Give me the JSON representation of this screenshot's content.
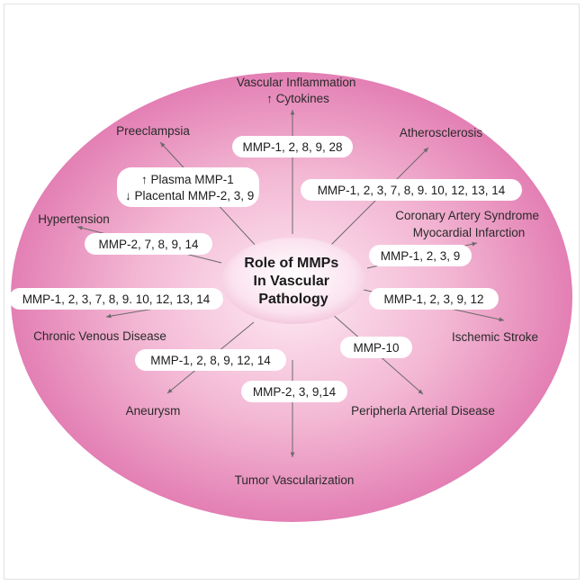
{
  "colors": {
    "ellipse_outer": "#e37fb4",
    "ellipse_mid": "#f3b8d4",
    "ellipse_inner": "#fde9f2",
    "line": "#6a6a6a",
    "text": "#2a2a2a"
  },
  "center": {
    "lines": [
      "Role of MMPs",
      "In Vascular",
      "Pathology"
    ]
  },
  "diseases": {
    "vascular_inflammation": [
      "Vascular Inflammation",
      "↑ Cytokines"
    ],
    "preeclampsia": [
      "Preeclampsia"
    ],
    "atherosclerosis": [
      "Atherosclerosis"
    ],
    "coronary": [
      "Coronary Artery Syndrome",
      "Myocardial Infarction"
    ],
    "hypertension": [
      "Hypertension"
    ],
    "chronic_venous": [
      "Chronic Venous Disease"
    ],
    "ischemic_stroke": [
      "Ischemic Stroke"
    ],
    "aneurysm": [
      "Aneurysm"
    ],
    "peripheral": [
      "Peripherla Arterial Disease"
    ],
    "tumor": [
      "Tumor Vascularization"
    ]
  },
  "mmps": {
    "vascular_inflammation": [
      "MMP-1, 2, 8, 9, 28"
    ],
    "preeclampsia": [
      "↑ Plasma MMP-1",
      "↓ Placental MMP-2, 3, 9"
    ],
    "atherosclerosis": [
      "MMP-1, 2, 3, 7, 8, 9. 10, 12, 13, 14"
    ],
    "coronary": [
      "MMP-1, 2, 3, 9"
    ],
    "hypertension": [
      "MMP-2, 7, 8, 9, 14"
    ],
    "chronic_venous": [
      "MMP-1, 2, 3, 7, 8, 9. 10, 12, 13, 14"
    ],
    "ischemic_stroke": [
      "MMP-1, 2, 3, 9, 12"
    ],
    "aneurysm": [
      "MMP-1, 2, 8, 9, 12, 14"
    ],
    "peripheral": [
      "MMP-10"
    ],
    "tumor": [
      "MMP-2, 3, 9,14"
    ]
  }
}
